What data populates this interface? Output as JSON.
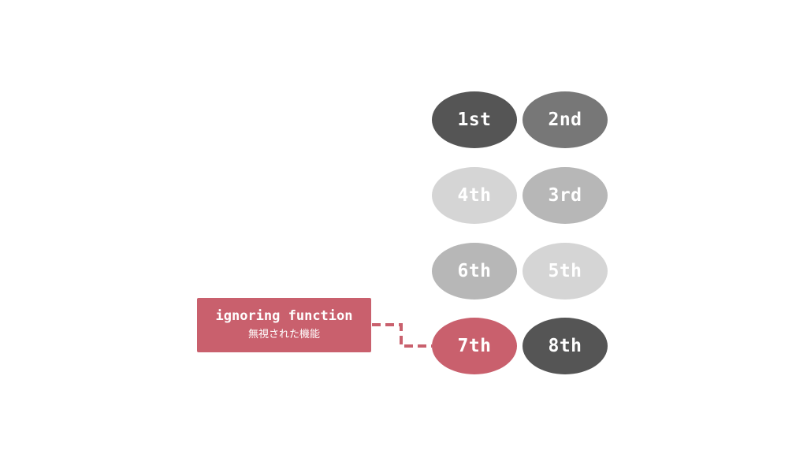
{
  "colors": {
    "dark": "#555555",
    "mid_dark": "#777777",
    "mid": "#b7b7b7",
    "light": "#d5d5d5",
    "highlight": "#c9606d"
  },
  "items": [
    {
      "label": "1st",
      "color": "#555555"
    },
    {
      "label": "2nd",
      "color": "#777777"
    },
    {
      "label": "4th",
      "color": "#d5d5d5"
    },
    {
      "label": "3rd",
      "color": "#b7b7b7"
    },
    {
      "label": "6th",
      "color": "#b7b7b7"
    },
    {
      "label": "5th",
      "color": "#d5d5d5"
    },
    {
      "label": "7th",
      "color": "#c9606d"
    },
    {
      "label": "8th",
      "color": "#555555"
    }
  ],
  "callout": {
    "title": "ignoring function",
    "subtitle": "無視された機能"
  }
}
